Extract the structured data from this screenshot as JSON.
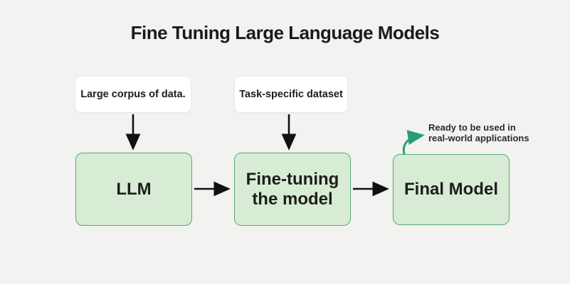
{
  "title": "Fine Tuning Large Language Models",
  "diagram": {
    "inputs": [
      {
        "label": "Large corpus of data."
      },
      {
        "label": "Task-specific dataset"
      }
    ],
    "nodes": [
      {
        "label": "LLM"
      },
      {
        "label": "Fine-tuning\nthe model"
      },
      {
        "label": "Final Model"
      }
    ],
    "annotation": {
      "text": "Ready to be used in\nreal-world applications"
    },
    "colors": {
      "background": "#f2f2f0",
      "node_fill": "#d8ecd5",
      "node_border": "#5aa878",
      "arrow": "#111111",
      "curved_arrow": "#2a9d78",
      "text": "#1d1d1b"
    }
  }
}
